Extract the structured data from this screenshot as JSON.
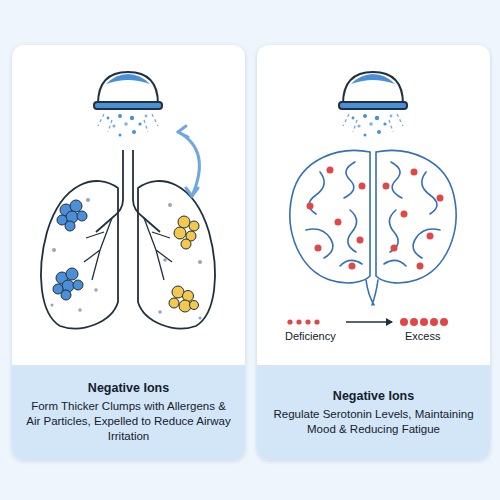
{
  "diagram": {
    "nodes": [
      {
        "text": [
          "Negative Ions",
          "Form Thicker Clumps with Allergens & Air Particles, Expelled to Reduce Airway Irritation"
        ]
      },
      {
        "text": [
          "Negative Ions",
          "Regulate Serotonin Levels, Maintaining Mood & Reducing Fatigue"
        ]
      }
    ],
    "labels": [
      "Deficiency",
      "Excess"
    ]
  }
}
